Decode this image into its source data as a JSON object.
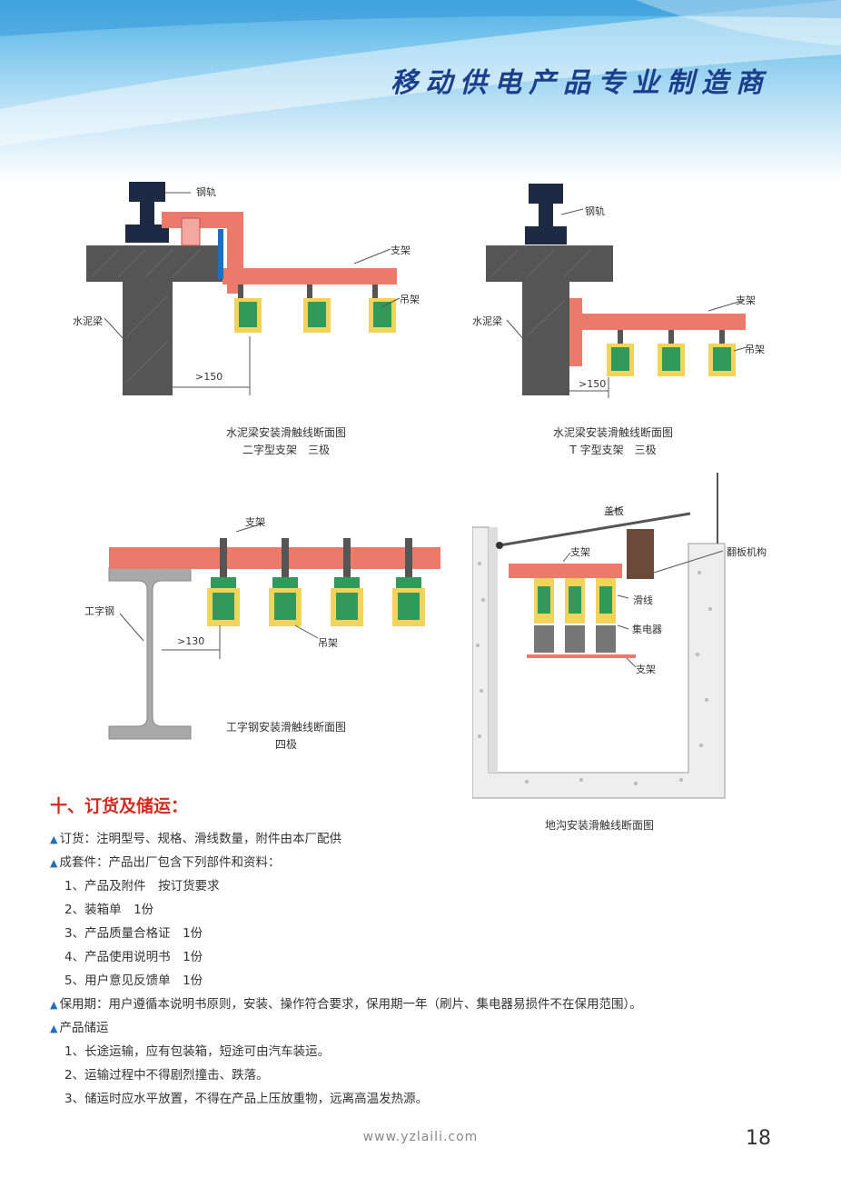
{
  "header": {
    "slogan": "移动供电产品专业制造商"
  },
  "figure1": {
    "labels": {
      "rail": "钢轨",
      "bracket": "支架",
      "hanger": "吊架",
      "beam": "水泥梁",
      "dim": ">150"
    },
    "caption": [
      "水泥梁安装滑触线断面图",
      "二字型支架　三极"
    ]
  },
  "figure2": {
    "labels": {
      "rail": "钢轨",
      "bracket": "支架",
      "hanger": "吊架",
      "beam": "水泥梁",
      "dim": ">150"
    },
    "caption": [
      "水泥梁安装滑触线断面图",
      "T 字型支架　三极"
    ]
  },
  "figure3": {
    "labels": {
      "bracket": "支架",
      "ibeam": "工字钢",
      "hanger": "吊架",
      "dim": ">130"
    },
    "caption": [
      "工字钢安装滑触线断面图",
      "四极"
    ]
  },
  "figure4": {
    "labels": {
      "cover": "盖板",
      "bracket": "支架",
      "flip": "翻板机构",
      "line": "滑线",
      "collector": "集电器",
      "bracket2": "支架"
    },
    "caption": [
      "地沟安装滑触线断面图"
    ]
  },
  "section": {
    "title": "十、订货及储运：",
    "lines": [
      {
        "type": "bullet",
        "text": "订货：注明型号、规格、滑线数量，附件由本厂配供"
      },
      {
        "type": "bullet",
        "text": "成套件：产品出厂包含下列部件和资料："
      },
      {
        "type": "sub",
        "text": "1、产品及附件　按订货要求"
      },
      {
        "type": "sub",
        "text": "2、装箱单　1份"
      },
      {
        "type": "sub",
        "text": "3、产品质量合格证　1份"
      },
      {
        "type": "sub",
        "text": "4、产品使用说明书　1份"
      },
      {
        "type": "sub",
        "text": "5、用户意见反馈单　1份"
      },
      {
        "type": "bullet",
        "text": "保用期：用户遵循本说明书原则，安装、操作符合要求，保用期一年（刷片、集电器易损件不在保用范围）。"
      },
      {
        "type": "bullet",
        "text": "产品储运"
      },
      {
        "type": "sub",
        "text": "1、长途运输，应有包装箱，短途可由汽车装运。"
      },
      {
        "type": "sub",
        "text": "2、运输过程中不得剧烈撞击、跌落。"
      },
      {
        "type": "sub",
        "text": "3、储运时应水平放置，不得在产品上压放重物，远离高温发热源。"
      }
    ]
  },
  "footer": {
    "url": "www.yzlaili.com",
    "page": "18"
  },
  "colors": {
    "bracket": "#ec7a6a",
    "concrete": "#555555",
    "rail": "#1e2a44",
    "accent": "#d52b1e",
    "steel": "#a9a9a9"
  }
}
